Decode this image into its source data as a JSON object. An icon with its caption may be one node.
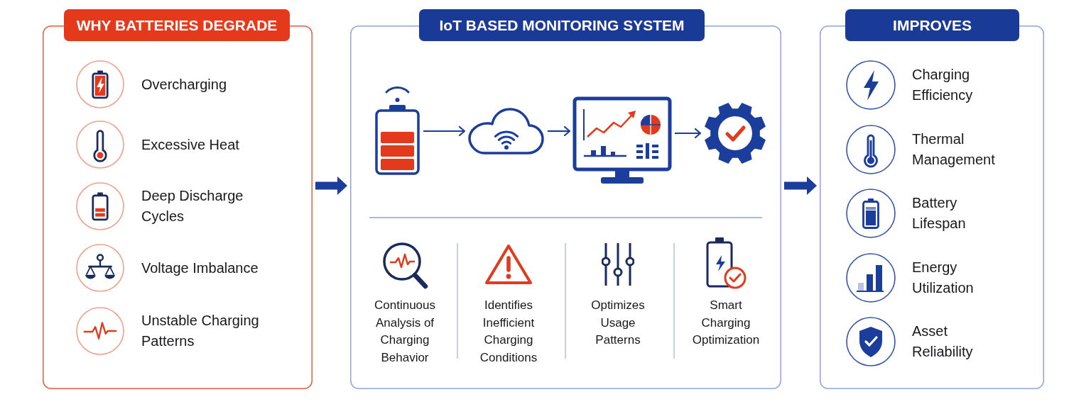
{
  "diagram": {
    "nodes": [
      {
        "text": [
          "WHY BATTERIES DEGRADE",
          "Overcharging",
          "Excessive Heat",
          "Deep Discharge Cycles",
          "Voltage Imbalance",
          "Unstable Charging Patterns"
        ]
      },
      {
        "text": [
          "IoT BASED MONITORING SYSTEM",
          "Continuous Analysis of Charging Behavior",
          "Identifies Inefficient Charging Conditions",
          "Optimizes Usage Patterns",
          "Smart Charging Optimization"
        ]
      },
      {
        "text": [],
        "shape": "picture",
        "in": 1
      },
      {
        "text": [],
        "shape": "picture",
        "in": 1
      },
      {
        "text": [],
        "shape": "picture",
        "in": 1
      },
      {
        "text": [],
        "shape": "picture",
        "in": 1
      },
      {
        "text": [
          "IMPROVES",
          "Charging Efficiency",
          "Thermal Management",
          "Battery Lifespan",
          "Energy Utilization",
          "Asset Reliability"
        ]
      }
    ],
    "edges": [
      {
        "from": 0,
        "to": 1,
        "arrow": "to",
        "style": "thick"
      },
      {
        "from": 2,
        "to": 3,
        "arrow": "to"
      },
      {
        "from": 3,
        "to": 4,
        "arrow": "to"
      },
      {
        "from": 4,
        "to": 5,
        "arrow": "to"
      },
      {
        "from": 1,
        "to": 6,
        "arrow": "to",
        "style": "thick"
      }
    ]
  }
}
